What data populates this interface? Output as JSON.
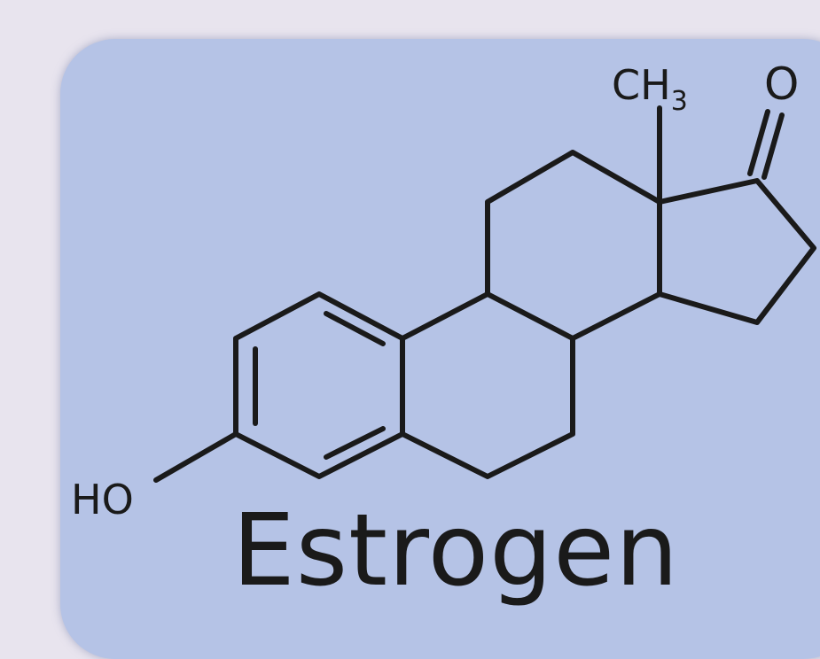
{
  "molecule": {
    "caption": "Estrogen",
    "labels": {
      "hydroxyl": "HO",
      "methyl_base": "CH",
      "methyl_subscript": "3",
      "carbonyl_oxygen": "O"
    }
  },
  "colors": {
    "page_background": "#e8e4ee",
    "tile_background": "#b5c3e6",
    "ink": "#1a1a1a"
  }
}
